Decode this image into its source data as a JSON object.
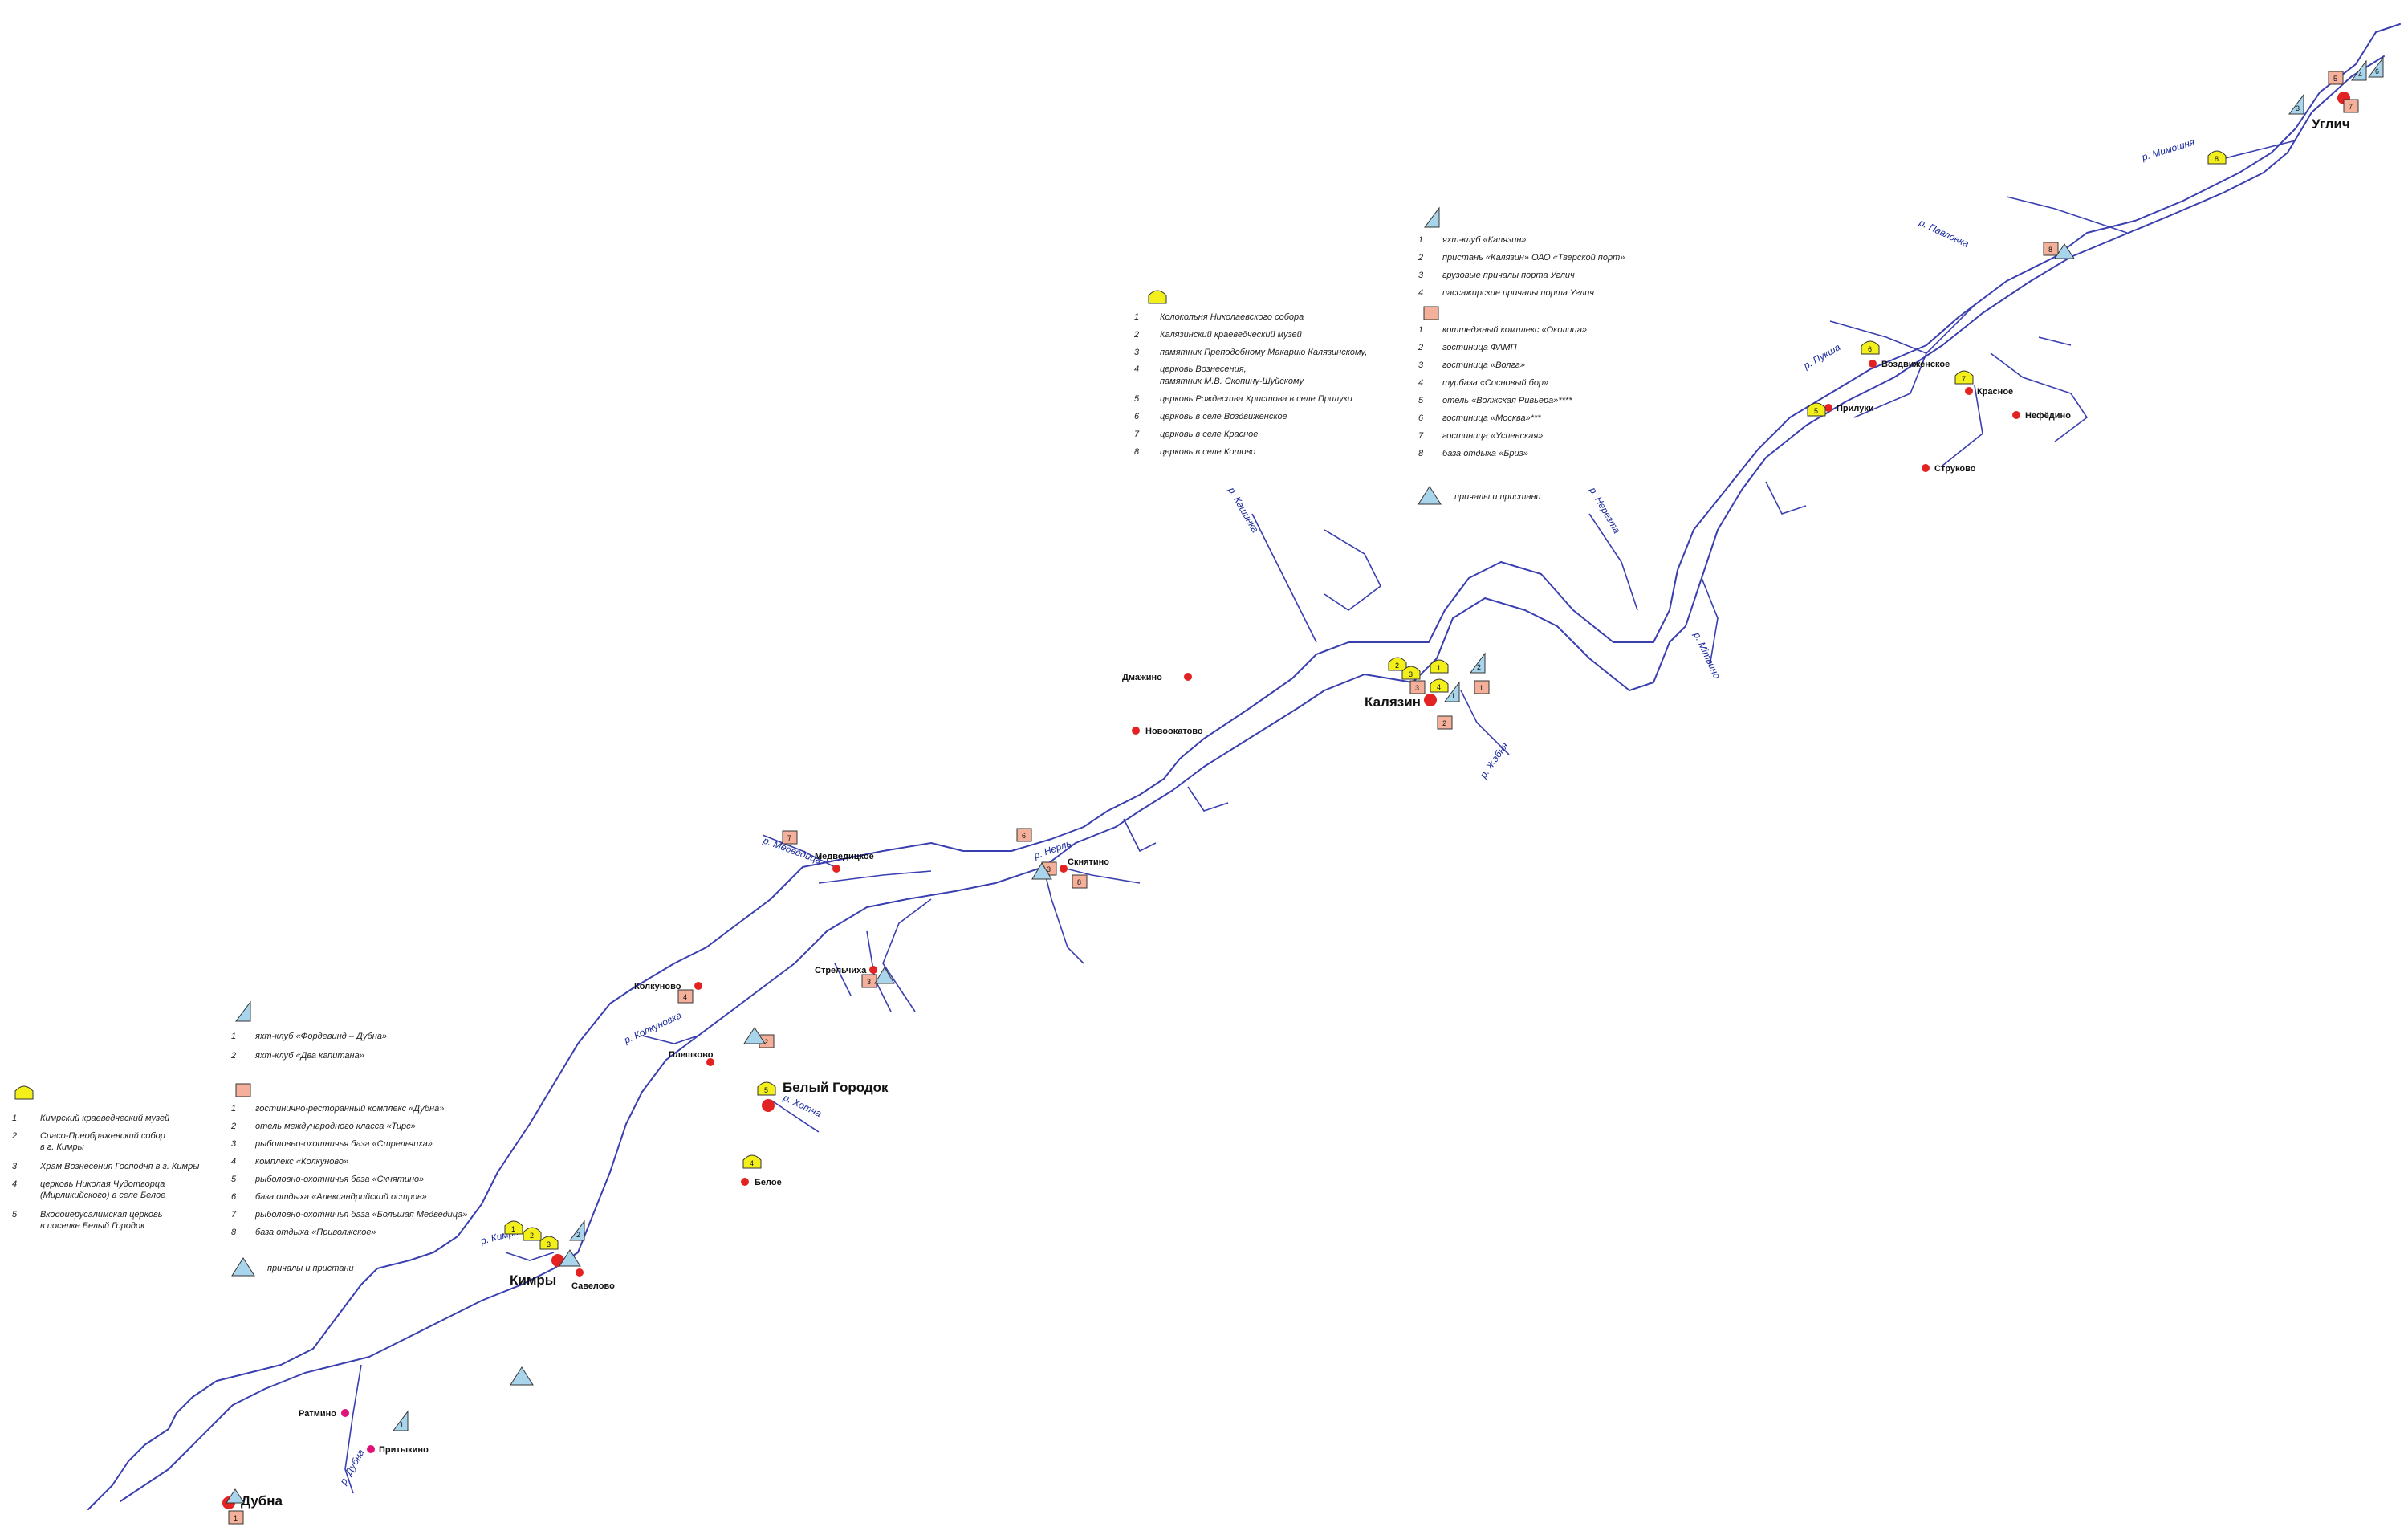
{
  "cities": {
    "uglich": "Углич",
    "kalyazin": "Калязин",
    "kimry": "Кимры",
    "dubna": "Дубна",
    "bely_gorodok": "Белый Городок"
  },
  "villages": {
    "vozdvizhenskoe": "Воздвиженское",
    "priluki": "Прилуки",
    "krasnoe": "Красное",
    "nefedino": "Нефёдино",
    "strukovo": "Струково",
    "dmazhino": "Дмажино",
    "novookatovo": "Новоокатово",
    "medveditskoe": "Медведицкое",
    "sknyatino": "Скнятино",
    "strelchikha": "Стрельчиха",
    "kolkunovo": "Колкуново",
    "pleshkovo": "Плешково",
    "beloe": "Белое",
    "savelovo": "Савелово",
    "ratmino": "Ратмино",
    "pritykino": "Притыкино"
  },
  "rivers": {
    "mimoshnya": "р. Мимошня",
    "pavlovka": "р. Павловка",
    "puksha": "р. Пукша",
    "nerezta": "р. Нерезта",
    "kashinka": "р. Кашинка",
    "zhabnya": "р. Жабня",
    "medveditsa": "р. Медведица",
    "nerl": "р. Нерль",
    "kolkunovka": "р. Колкуновка",
    "khotcha": "р. Хотча",
    "kimrka": "р. Кимрка",
    "dubna": "р. Дубна",
    "mitvino": "р. Мітвино"
  },
  "legend_east": {
    "churches": [
      {
        "n": "1",
        "text": "Колокольня Николаевского собора"
      },
      {
        "n": "2",
        "text": "Калязинский краеведческий музей"
      },
      {
        "n": "3",
        "text": "памятник Преподобному Макарию Калязинскому,"
      },
      {
        "n": "4",
        "text": "церковь Вознесения,"
      },
      {
        "n": "",
        "text": "памятник М.В. Скопину-Шуйскому"
      },
      {
        "n": "5",
        "text": "церковь Рождества Христова в селе Прилуки"
      },
      {
        "n": "6",
        "text": "церковь в селе Воздвиженское"
      },
      {
        "n": "7",
        "text": "церковь в селе Красное"
      },
      {
        "n": "8",
        "text": "церковь в селе Котово"
      }
    ],
    "yachts": [
      {
        "n": "1",
        "text": "яхт-клуб «Калязин»"
      },
      {
        "n": "2",
        "text": "пристань «Калязин» ОАО «Тверской порт»"
      },
      {
        "n": "3",
        "text": "грузовые причалы порта Углич"
      },
      {
        "n": "4",
        "text": "пассажирские причалы порта Углич"
      }
    ],
    "hotels": [
      {
        "n": "1",
        "text": "коттеджный комплекс «Околица»"
      },
      {
        "n": "2",
        "text": "гостиница ФАМП"
      },
      {
        "n": "3",
        "text": "гостиница «Волга»"
      },
      {
        "n": "4",
        "text": "турбаза «Сосновый бор»"
      },
      {
        "n": "5",
        "text": "отель «Волжская Ривьера»****"
      },
      {
        "n": "6",
        "text": "гостиница «Москва»***"
      },
      {
        "n": "7",
        "text": "гостиница «Успенская»"
      },
      {
        "n": "8",
        "text": "база отдыха «Бриз»"
      }
    ],
    "piers": "причалы и пристани"
  },
  "legend_west": {
    "yachts": [
      {
        "n": "1",
        "text": "яхт-клуб «Фордевинд – Дубна»"
      },
      {
        "n": "2",
        "text": "яхт-клуб «Два капитана»"
      }
    ],
    "hotels": [
      {
        "n": "1",
        "text": "гостинично-ресторанный комплекс «Дубна»"
      },
      {
        "n": "2",
        "text": "отель международного класса «Тирс»"
      },
      {
        "n": "3",
        "text": "рыболовно-охотничья база «Стрельчиха»"
      },
      {
        "n": "4",
        "text": "комплекс «Колкуново»"
      },
      {
        "n": "5",
        "text": "рыболовно-охотничья база «Скнятино»"
      },
      {
        "n": "6",
        "text": "база отдыха «Александрийский остров»"
      },
      {
        "n": "7",
        "text": "рыболовно-охотничья база «Большая Медведица»"
      },
      {
        "n": "8",
        "text": "база отдыха «Приволжское»"
      }
    ],
    "piers": "причалы и пристани"
  },
  "legend_far_west": {
    "churches": [
      {
        "n": "1",
        "text": "Кимрский краеведческий музей"
      },
      {
        "n": "2",
        "text": "Спасо-Преображенский собор"
      },
      {
        "n": "",
        "text": "в г. Кимры"
      },
      {
        "n": "3",
        "text": "Храм Вознесения Господня в г. Кимры"
      },
      {
        "n": "4",
        "text": "церковь Николая Чудотворца"
      },
      {
        "n": "",
        "text": "(Мирликийского) в селе Белое"
      },
      {
        "n": "5",
        "text": "Входоиерусалимская церковь"
      },
      {
        "n": "",
        "text": "в поселке Белый Городок"
      }
    ]
  },
  "markers": {
    "church": [
      {
        "n": "8"
      },
      {
        "n": "6"
      },
      {
        "n": "5"
      },
      {
        "n": "7"
      },
      {
        "n": "2"
      },
      {
        "n": "3"
      },
      {
        "n": "1"
      },
      {
        "n": "4"
      },
      {
        "n": "5"
      },
      {
        "n": "4"
      },
      {
        "n": "1"
      },
      {
        "n": "2"
      },
      {
        "n": "3"
      }
    ],
    "hotel": [
      {
        "n": "5"
      },
      {
        "n": "7"
      },
      {
        "n": "8"
      },
      {
        "n": "3"
      },
      {
        "n": "1"
      },
      {
        "n": "2"
      },
      {
        "n": "7"
      },
      {
        "n": "6"
      },
      {
        "n": "3"
      },
      {
        "n": "8"
      },
      {
        "n": "3"
      },
      {
        "n": "4"
      },
      {
        "n": "2"
      },
      {
        "n": "1"
      }
    ],
    "yacht": [
      {
        "n": "4"
      },
      {
        "n": "6"
      },
      {
        "n": "3"
      },
      {
        "n": "2"
      },
      {
        "n": "1"
      },
      {
        "n": "2"
      },
      {
        "n": "1"
      }
    ]
  },
  "colors": {
    "river": "#3a3fb0",
    "church_fill": "#f2ef1a",
    "hotel_fill": "#f4b09a",
    "pier_fill": "#a8d4ec",
    "dot_red": "#e32222",
    "dot_pink": "#e0127a"
  },
  "icons": [
    "church-icon",
    "hotel-icon",
    "yacht-icon",
    "pier-icon",
    "settlement-dot"
  ]
}
